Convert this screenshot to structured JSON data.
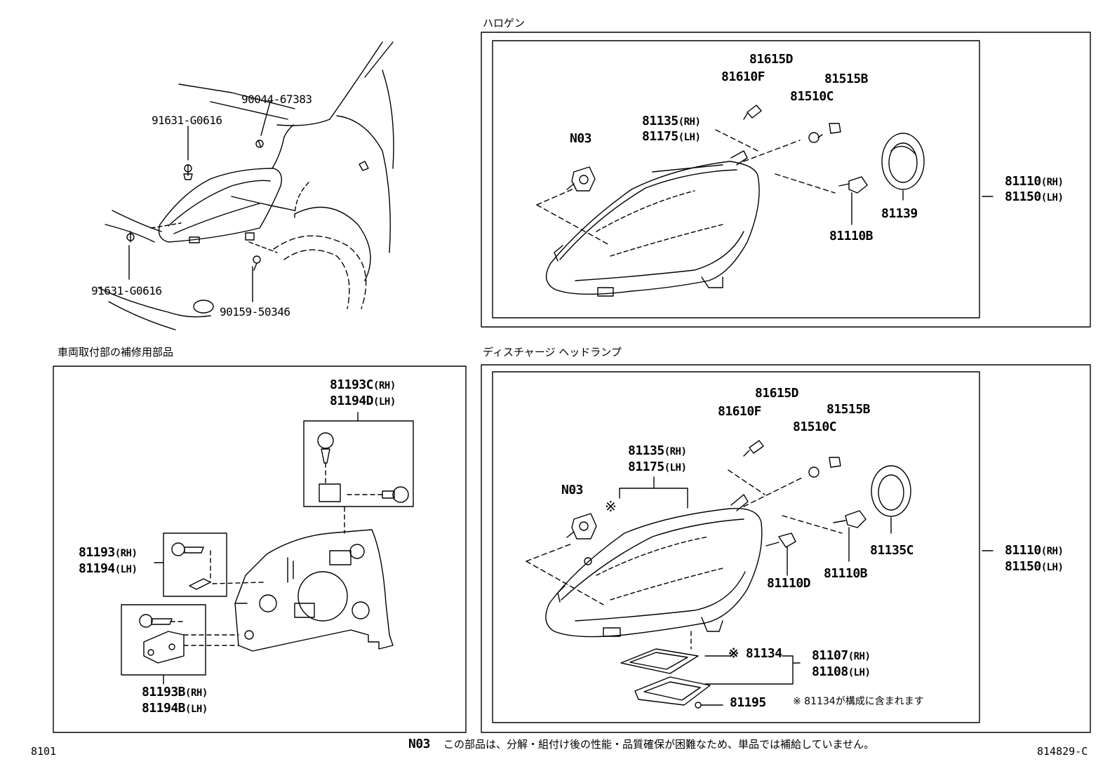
{
  "sections": {
    "halogen_title": "ハロゲン",
    "repair_title": "車両取付部の補修用部品",
    "discharge_title": "ディスチャージ ヘッドランプ"
  },
  "overview": {
    "bolt_top_a": "90044-67383",
    "clip_top": "91631-G0616",
    "clip_bottom": "91631-G0616",
    "screw_bottom": "90159-50346"
  },
  "halogen": {
    "n03": "N03",
    "socket_d": "81615D",
    "socket_f": "81610F",
    "bulb_c": "81510C",
    "bulb_b": "81515B",
    "body_rh": "81135",
    "body_lh": "81175",
    "cover": "81139",
    "bulb_main": "81110B",
    "assy_rh": "81110",
    "assy_lh": "81150",
    "rh": "(RH)",
    "lh": "(LH)"
  },
  "repair": {
    "top_rh": "81193C",
    "top_lh": "81194D",
    "mid_rh": "81193",
    "mid_lh": "81194",
    "bot_rh": "81193B",
    "bot_lh": "81194B",
    "rh": "(RH)",
    "lh": "(LH)"
  },
  "discharge": {
    "n03": "N03",
    "socket_d": "81615D",
    "socket_f": "81610F",
    "bulb_b": "81515B",
    "bulb_c": "81510C",
    "body_rh": "81135",
    "body_lh": "81175",
    "mark": "※",
    "cover": "81135C",
    "bulb_main": "81110B",
    "bulb_d": "81110D",
    "assy_rh": "81110",
    "assy_lh": "81150",
    "gasket": "※ 81134",
    "ballast_rh": "81107",
    "ballast_lh": "81108",
    "screw": "81195",
    "note": "※ 81134が構成に含まれます",
    "rh": "(RH)",
    "lh": "(LH)"
  },
  "footer": {
    "n03_label": "N03",
    "n03_text": "この部品は、分解・組付け後の性能・品質確保が困難なため、単品では補給していません。",
    "page_code": "8101",
    "figure_code": "814829-C"
  }
}
